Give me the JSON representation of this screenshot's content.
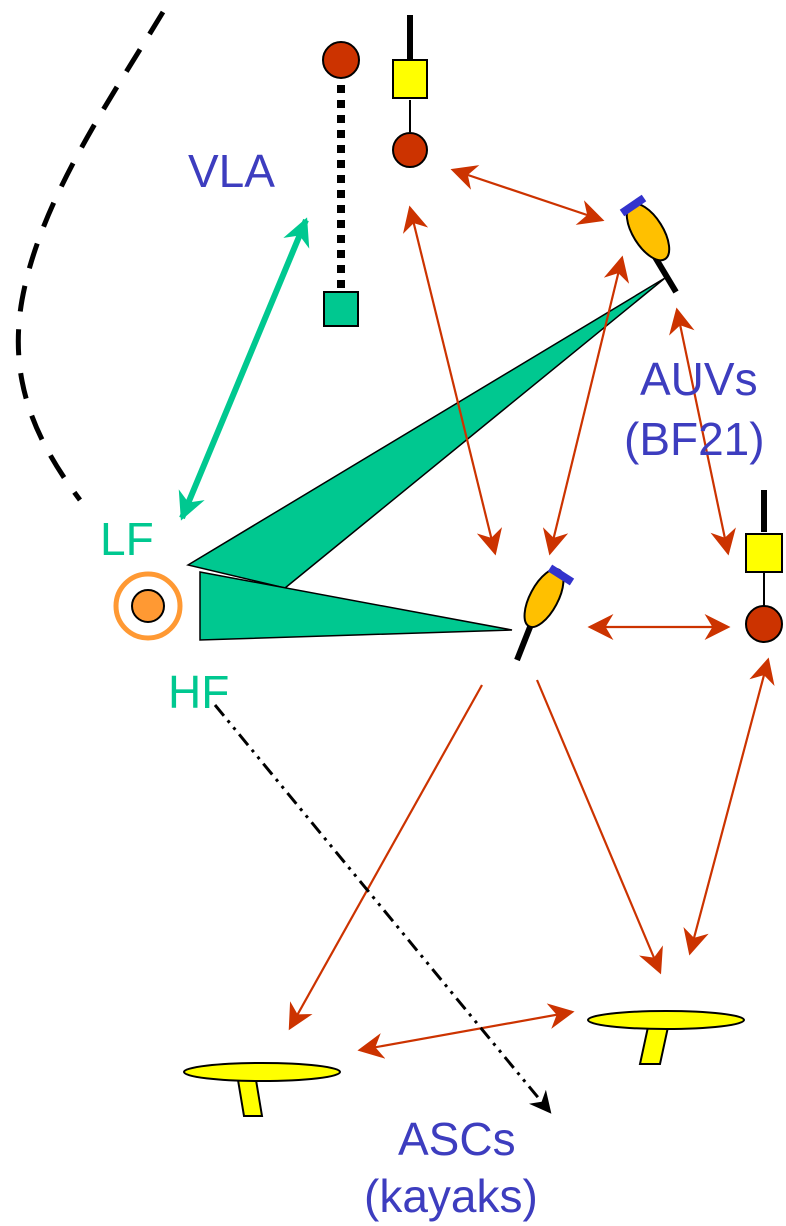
{
  "labels": {
    "vla": "VLA",
    "auvs_line1": "AUVs",
    "auvs_line2": "(BF21)",
    "lf": "LF",
    "hf": "HF",
    "ascs_line1": "ASCs",
    "ascs_line2": "(kayaks)"
  },
  "colors": {
    "label_blue": "#3d3dbf",
    "teal": "#00c890",
    "link_red": "#cc3300",
    "node_red": "#cc3300",
    "float_yellow": "#ffff00",
    "auv_orange": "#ffc000",
    "auv_cap": "#3333cc",
    "source_orange": "#ff9933"
  }
}
